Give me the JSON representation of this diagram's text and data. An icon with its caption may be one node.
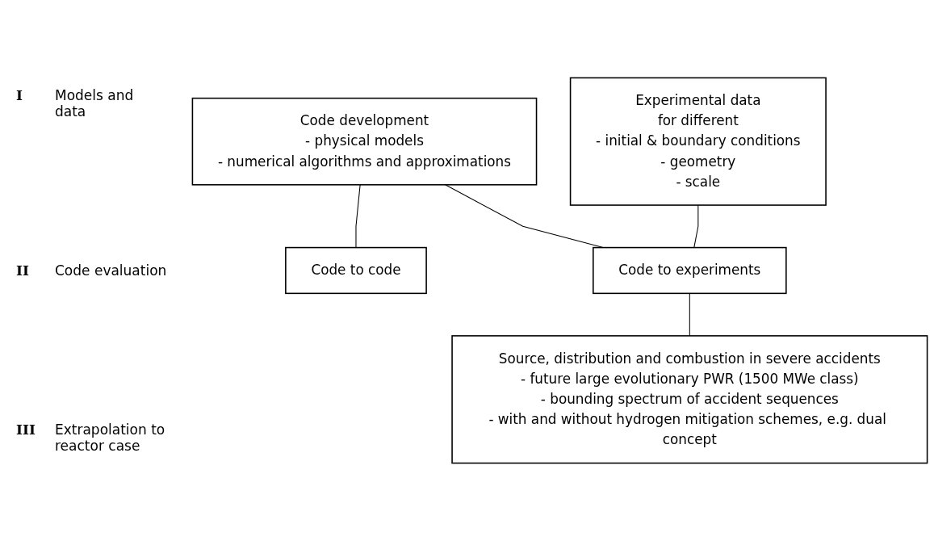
{
  "diagram": {
    "nodes": [
      {
        "text": [
          "Code development",
          "- physical models",
          "- numerical algorithms and approximations"
        ]
      },
      {
        "text": [
          "Experimental data",
          "for different",
          "- initial & boundary conditions",
          "- geometry",
          "- scale"
        ]
      },
      {
        "text": [
          "Code to code"
        ]
      },
      {
        "text": [
          "Code to experiments"
        ]
      },
      {
        "text": [
          "Source, distribution and combustion in severe accidents",
          "- future large evolutionary PWR (1500 MWe class)",
          "- bounding spectrum of accident sequences",
          "- with and without hydrogen mitigation schemes, e.g. dual concept"
        ]
      }
    ],
    "edges": [
      {
        "from": 0,
        "to": 2,
        "arrow": "none"
      },
      {
        "from": 0,
        "to": 3,
        "arrow": "none"
      },
      {
        "from": 1,
        "to": 3,
        "arrow": "none"
      },
      {
        "from": 3,
        "to": 4,
        "arrow": "none"
      }
    ],
    "labels": [
      "I",
      "Models and data",
      "II",
      "Code evaluation",
      "III",
      "Extrapolation to reactor case"
    ]
  }
}
